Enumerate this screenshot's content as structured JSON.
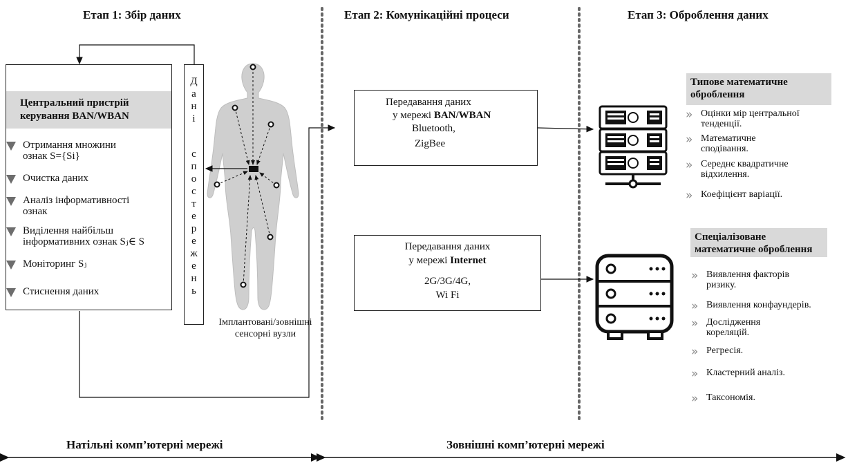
{
  "stages": [
    {
      "title": "Етап 1: Збір даних"
    },
    {
      "title": "Етап 2: Комунікаційні процеси"
    },
    {
      "title": "Етап 3: Оброблення даних"
    }
  ],
  "central": {
    "title_line1": "Центральний пристрій",
    "title_line2": "керування BAN/WBAN",
    "steps": [
      {
        "lines": [
          "Отримання множини",
          "ознак  S={Si}"
        ]
      },
      {
        "lines": [
          "Очистка даних"
        ]
      },
      {
        "lines": [
          "Аналіз інформативності",
          "ознак"
        ]
      },
      {
        "lines": [
          "Виділення найбільш",
          "інформативних ознак Sⱼ∈ S"
        ]
      },
      {
        "lines": [
          "Моніторинг Sⱼ"
        ]
      },
      {
        "lines": [
          "Стиснення даних"
        ]
      }
    ]
  },
  "observations_letters": [
    "Д",
    "а",
    "н",
    "і",
    "",
    "",
    "с",
    "п",
    "о",
    "с",
    "т",
    "е",
    "р",
    "е",
    "ж",
    "е",
    "н",
    "ь"
  ],
  "sensor_caption": [
    "Імплантовані/зовнішні",
    "сенсорні вузли"
  ],
  "comm_ban": {
    "line1": "Передавання даних",
    "line2_prefix": "у мережі ",
    "line2_bold": "BAN/WBAN",
    "line3": "Bluetooth,",
    "line4": "ZigBee"
  },
  "comm_internet": {
    "line1": "Передавання даних",
    "line2_prefix": "у мережі ",
    "line2_bold": "Internet",
    "line3": "2G/3G/4G,",
    "line4": "Wi Fi"
  },
  "typical": {
    "title_line1": "Типове математичне",
    "title_line2": "оброблення",
    "items": [
      [
        "Оцінки мір центральної",
        "тенденції."
      ],
      [
        "Математичне",
        "сподівання."
      ],
      [
        "Середнє квадратичне",
        "відхилення."
      ],
      [
        "Коефіцієнт варіації."
      ]
    ]
  },
  "special": {
    "title_line1": "Спеціалізоване",
    "title_line2": "математичне оброблення",
    "items": [
      [
        "Виявлення факторів",
        "ризику."
      ],
      [
        "Виявлення конфаундерів."
      ],
      [
        "Дослідження",
        "кореляцій."
      ],
      [
        "Регресія."
      ],
      [
        "Кластерний аналіз."
      ],
      [
        "Таксономія."
      ]
    ]
  },
  "bottom": {
    "left": "Натільні комп’ютерні мережі",
    "right": "Зовнішні комп’ютерні мережі"
  },
  "icons": {
    "server_rack": "server-rack-icon",
    "server_box": "server-box-icon",
    "human": "human-body-icon"
  },
  "colors": {
    "header_fill": "#d9d9d9",
    "triangle": "#6d6d6d",
    "dots": "#555555"
  }
}
